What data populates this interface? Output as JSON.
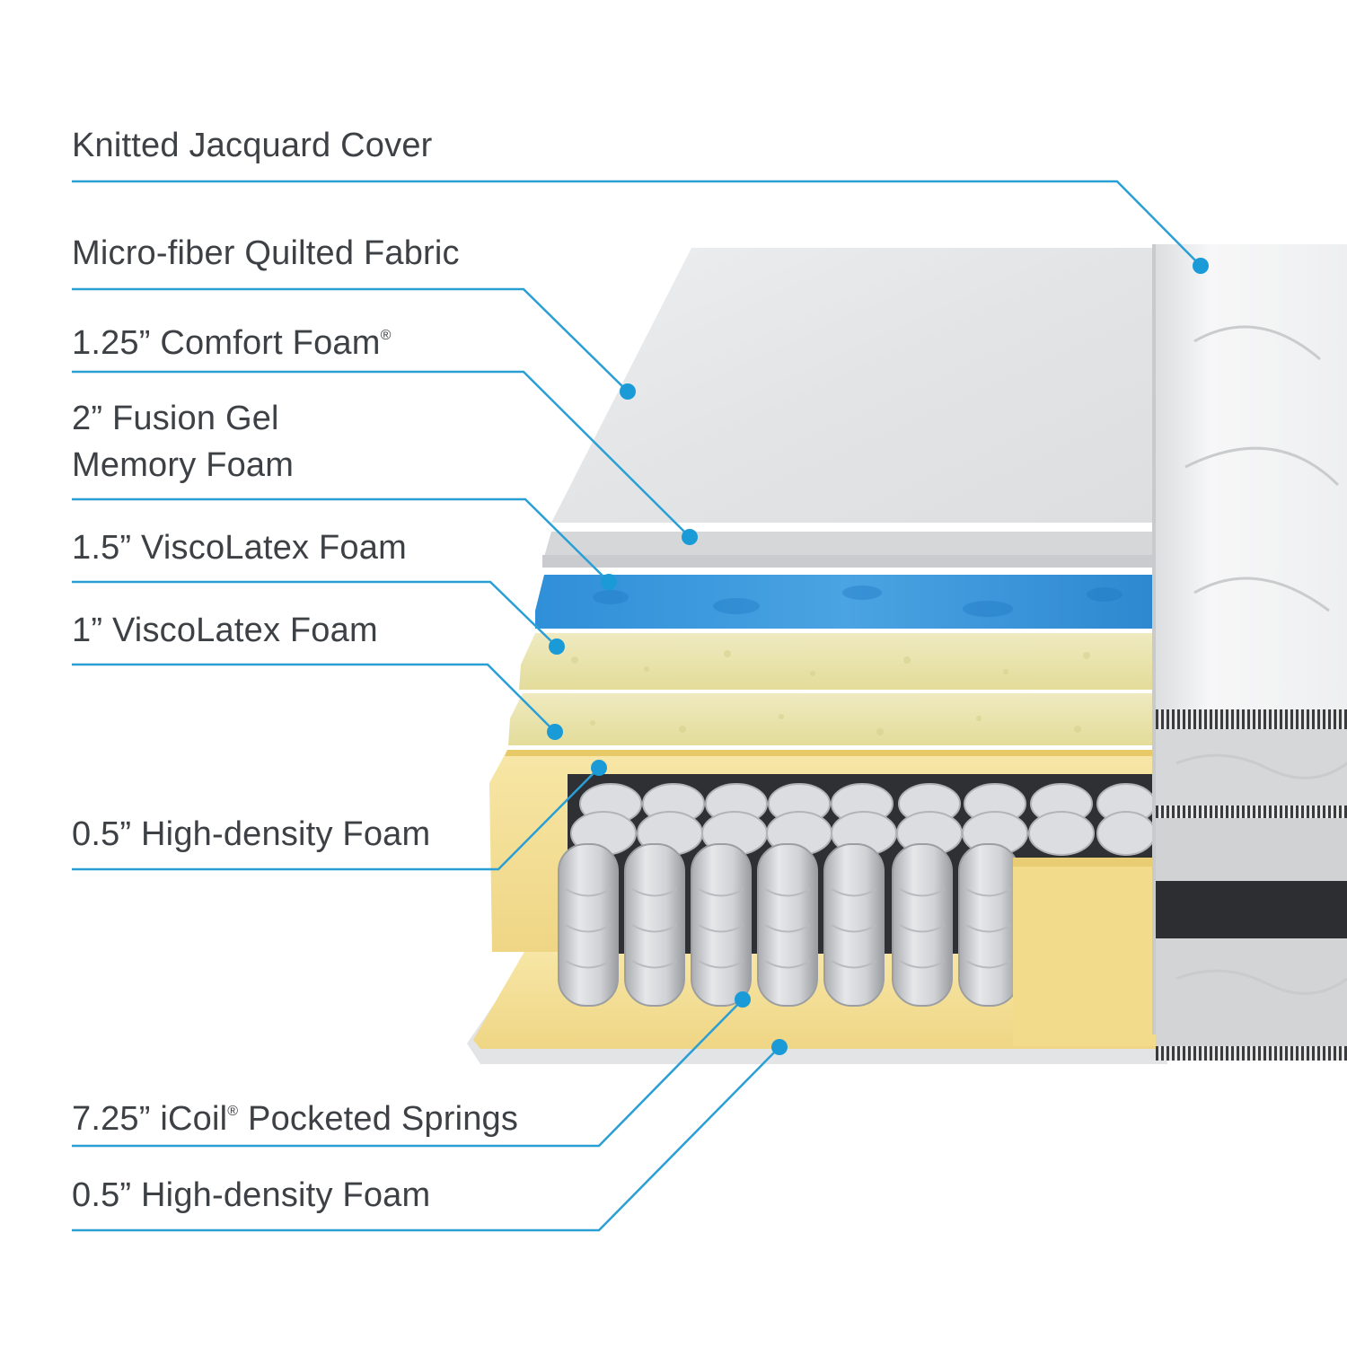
{
  "diagram": {
    "layers": [
      {
        "id": "cover",
        "text": "Knitted Jacquard Cover"
      },
      {
        "id": "quilted",
        "text": "Micro-fiber Quilted Fabric"
      },
      {
        "id": "comfort",
        "text": "1.25” Comfort Foam",
        "mark": "®"
      },
      {
        "id": "gel1",
        "text": "2” Fusion Gel"
      },
      {
        "id": "gel2",
        "text": "Memory Foam"
      },
      {
        "id": "visco15",
        "text": "1.5” ViscoLatex Foam"
      },
      {
        "id": "visco1",
        "text": "1” ViscoLatex Foam"
      },
      {
        "id": "hd-top",
        "text": "0.5” High-density Foam"
      },
      {
        "id": "springs-a",
        "text": "7.25” iCoil"
      },
      {
        "id": "springs-mark",
        "text": "®"
      },
      {
        "id": "springs-b",
        "text": " Pocketed Springs"
      },
      {
        "id": "hd-bottom",
        "text": "0.5” High-density Foam"
      }
    ],
    "colors": {
      "leader": "#2a9fd6",
      "dot": "#1a9bd7",
      "text": "#3d4044",
      "quilted_fabric": "#e4e6e8",
      "comfort_foam": "#d9dadc",
      "gel_foam": "#3d97db",
      "viscolatex_foam": "#e8e3a8",
      "high_density_foam": "#f3de92",
      "springs": "#cfd1d4",
      "cover_side": "#f2f3f4"
    }
  }
}
